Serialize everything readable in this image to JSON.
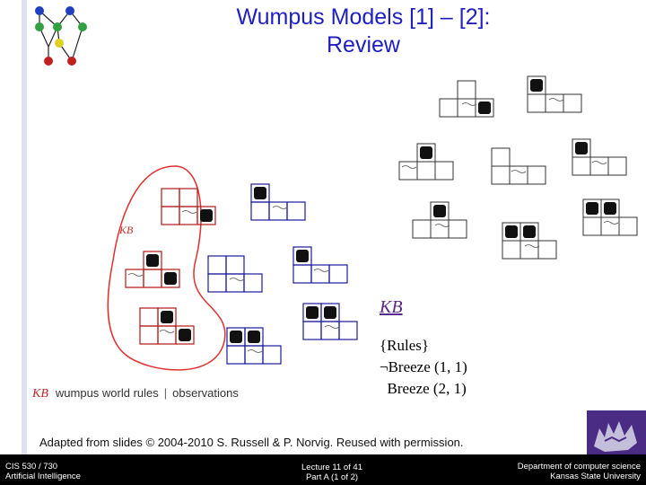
{
  "title": {
    "line1": "Wumpus Models [1] – [2]:",
    "line2": "Review"
  },
  "kb": {
    "label": "KB",
    "figure_label": "KB",
    "rules": [
      "{Rules}",
      "¬Breeze (1, 1)",
      "  Breeze (2, 1)"
    ]
  },
  "legend": {
    "kb": "KB",
    "rules": "wumpus world rules",
    "sep": "|",
    "obs": "observations"
  },
  "credit": "Adapted from slides © 2004-2010 S. Russell & P. Norvig.  Reused with permission.",
  "footer": {
    "left1": "CIS 530 / 730",
    "left2": "Artificial Intelligence",
    "mid1": "Lecture 11 of 41",
    "mid2": "Part A (1 of 2)",
    "right1": "Department of computer science",
    "right2": "Kansas State University"
  },
  "colors": {
    "title": "#1f1fbf",
    "kb_region": "#e03030",
    "blue_grid": "#1a1a9a",
    "red_grid": "#b01818",
    "footer_bg": "#000000",
    "logo_bg": "#4b2c84"
  }
}
